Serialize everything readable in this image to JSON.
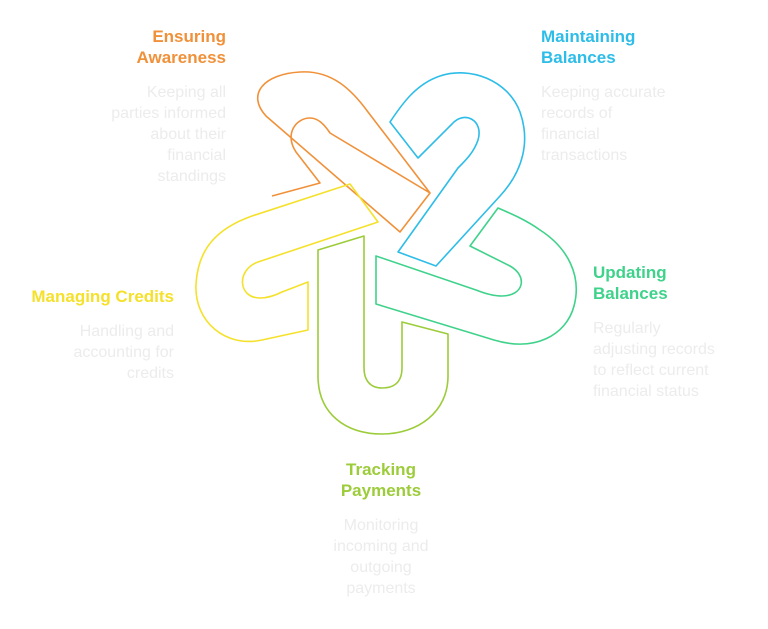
{
  "colors": {
    "orange": "#f0913a",
    "blue": "#2dbde8",
    "green": "#3fd28b",
    "lime": "#9ccc3a",
    "yellow": "#f5e12b",
    "desc_text": "#ececec"
  },
  "items": {
    "ensuring_awareness": {
      "title_line1": "Ensuring",
      "title_line2": "Awareness",
      "desc_lines": [
        "Keeping all",
        "parties informed",
        "about their",
        "financial",
        "standings"
      ]
    },
    "maintaining_balances": {
      "title_line1": "Maintaining",
      "title_line2": "Balances",
      "desc_lines": [
        "Keeping accurate",
        "records of",
        "financial",
        "transactions"
      ]
    },
    "updating_balances": {
      "title_line1": "Updating",
      "title_line2": "Balances",
      "desc_lines": [
        "Regularly",
        "adjusting records",
        "to reflect current",
        "financial status"
      ]
    },
    "tracking_payments": {
      "title_line1": "Tracking",
      "title_line2": "Payments",
      "desc_lines": [
        "Monitoring",
        "incoming and",
        "outgoing",
        "payments"
      ]
    },
    "managing_credits": {
      "title_line1": "Managing Credits",
      "desc_lines": [
        "Handling and",
        "accounting for",
        "credits"
      ]
    }
  }
}
